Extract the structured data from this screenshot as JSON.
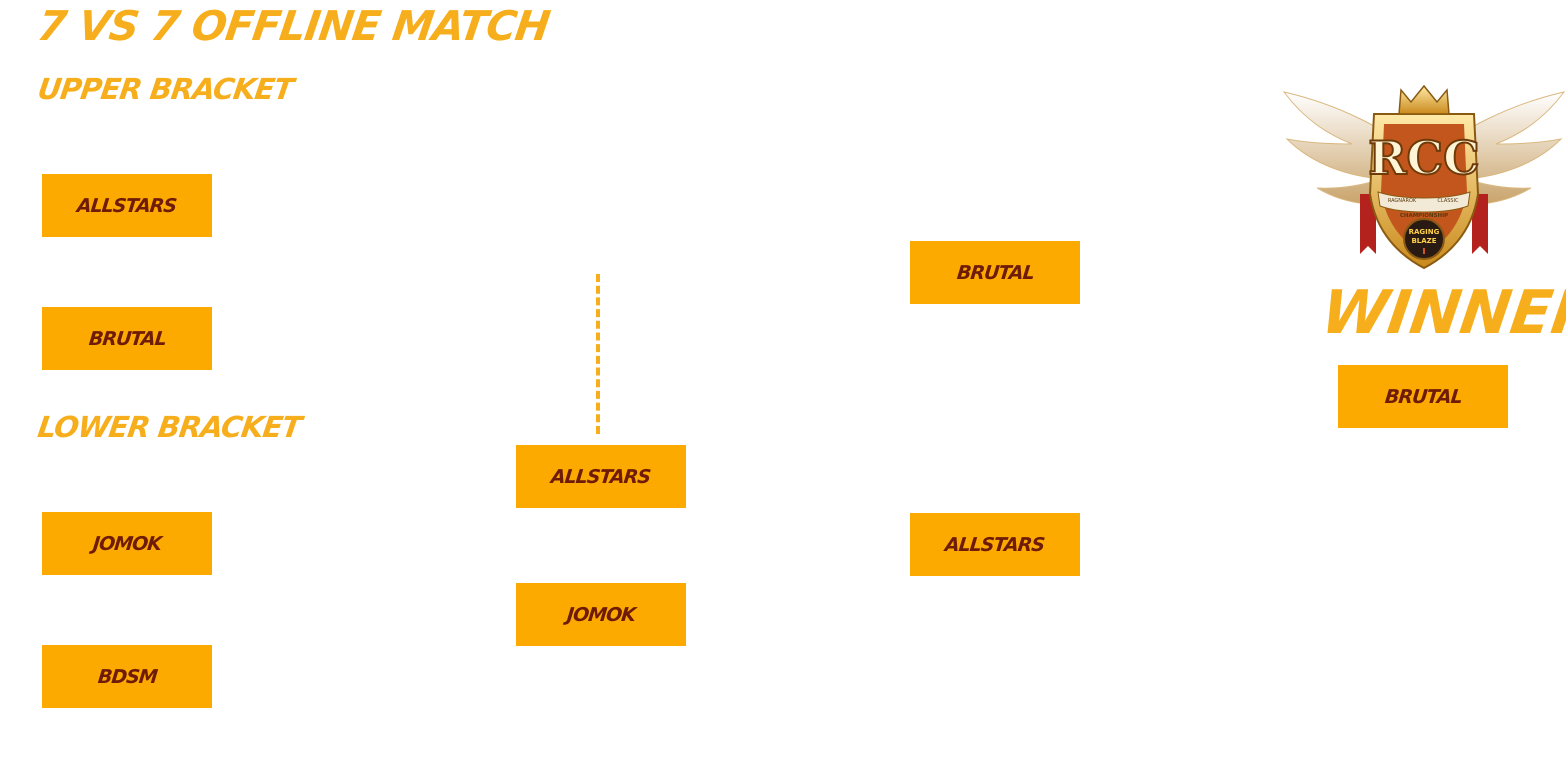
{
  "headings": {
    "title": "7 VS 7 OFFLINE MATCH",
    "upper": "UPPER BRACKET",
    "lower": "LOWER BRACKET",
    "winner": "WINNER"
  },
  "bracket": {
    "upper_round1": [
      "ALLSTARS",
      "BRUTAL"
    ],
    "lower_round1": [
      "JOMOK",
      "BDSM"
    ],
    "lower_round2": [
      "ALLSTARS",
      "JOMOK"
    ],
    "semis": [
      "BRUTAL",
      "ALLSTARS"
    ],
    "champion": "BRUTAL"
  },
  "logo": {
    "initials": "RCC",
    "line1": "RAGNAROK",
    "line2": "CLASSIC",
    "line3": "CHAMPIONSHIP",
    "sub1": "RAGING",
    "sub2": "BLAZE",
    "sub3": "I"
  },
  "colors": {
    "accent": "#F7AE1C",
    "box": "#FDAA00",
    "box_text": "#6E1B07"
  }
}
